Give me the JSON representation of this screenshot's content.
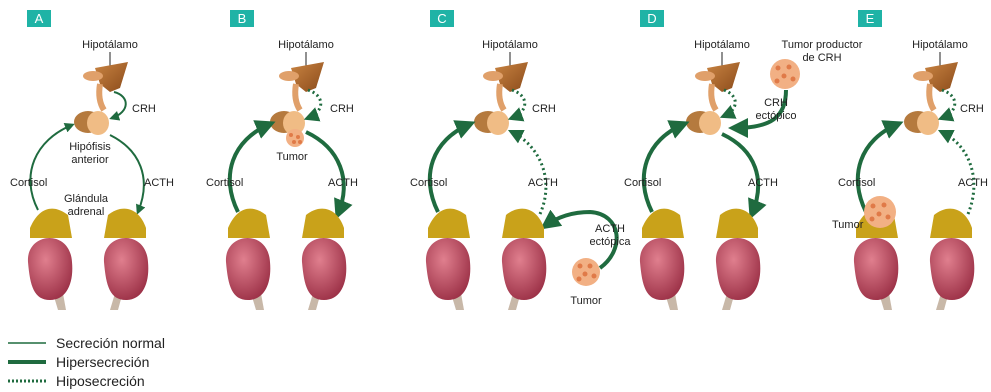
{
  "colors": {
    "arrow": "#1f6b3f",
    "teal_badge": "#1fb3a6",
    "kidney": "#b5485a",
    "adrenal": "#c9a21a",
    "pituitary": "#e0a06a",
    "tumor": "#f2b084"
  },
  "panels": [
    {
      "letter": "A",
      "hypothalamus": "Hipotálamo",
      "crh": "CRH",
      "cortisol": "Cortisol",
      "acth": "ACTH",
      "pituitary_label_1": "Hipófisis",
      "pituitary_label_2": "anterior",
      "adrenal_label_1": "Glándula",
      "adrenal_label_2": "adrenal"
    },
    {
      "letter": "B",
      "hypothalamus": "Hipotálamo",
      "crh": "CRH",
      "cortisol": "Cortisol",
      "acth": "ACTH",
      "tumor": "Tumor"
    },
    {
      "letter": "C",
      "hypothalamus": "Hipotálamo",
      "crh": "CRH",
      "cortisol": "Cortisol",
      "acth": "ACTH",
      "ectopic_1": "ACTH",
      "ectopic_2": "ectópica",
      "tumor": "Tumor"
    },
    {
      "letter": "D",
      "hypothalamus": "Hipotálamo",
      "crh_1": "CRH",
      "crh_2": "ectópico",
      "cortisol": "Cortisol",
      "acth": "ACTH",
      "tumor_1": "Tumor productor",
      "tumor_2": "de CRH"
    },
    {
      "letter": "E",
      "hypothalamus": "Hipotálamo",
      "crh": "CRH",
      "cortisol": "Cortisol",
      "acth": "ACTH",
      "tumor": "Tumor"
    }
  ],
  "legend": {
    "normal": "Secreción normal",
    "hyper": "Hipersecreción",
    "hypo": "Hiposecreción"
  }
}
